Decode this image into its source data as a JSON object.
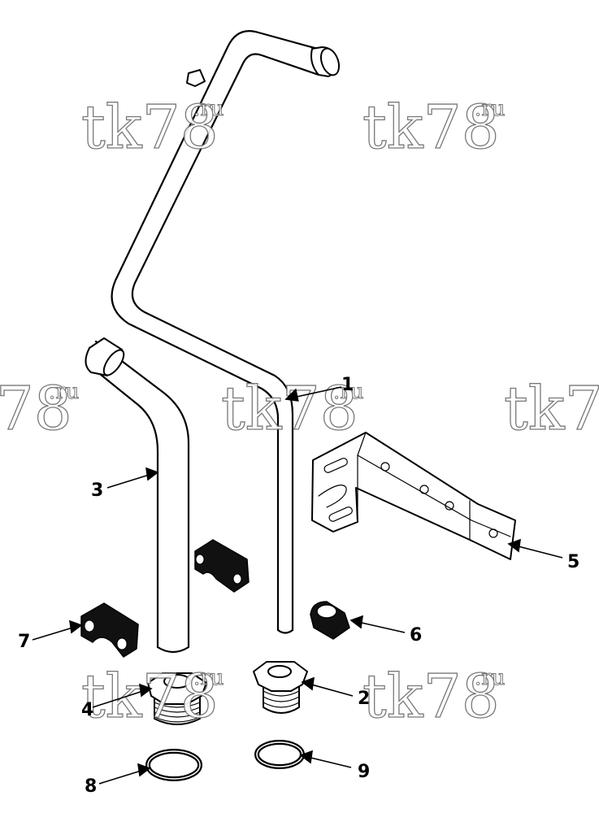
{
  "watermark": {
    "main": "tk78",
    "sup": ".ru"
  },
  "callouts": {
    "c1": "1",
    "c2": "2",
    "c3": "3",
    "c4": "4",
    "c5": "5",
    "c6": "6",
    "c7": "7",
    "c8": "8",
    "c9": "9"
  },
  "icons": {
    "pipe_1": "bent-pipe",
    "pipe_3": "bent-pipe",
    "fitting_2": "hex-fitting",
    "fitting_4": "hex-fitting",
    "bracket_5": "mounting-bracket",
    "clamp_6": "pipe-clamp",
    "clamp_7": "pipe-clamp",
    "washer_8": "sealing-ring",
    "washer_9": "sealing-ring"
  }
}
